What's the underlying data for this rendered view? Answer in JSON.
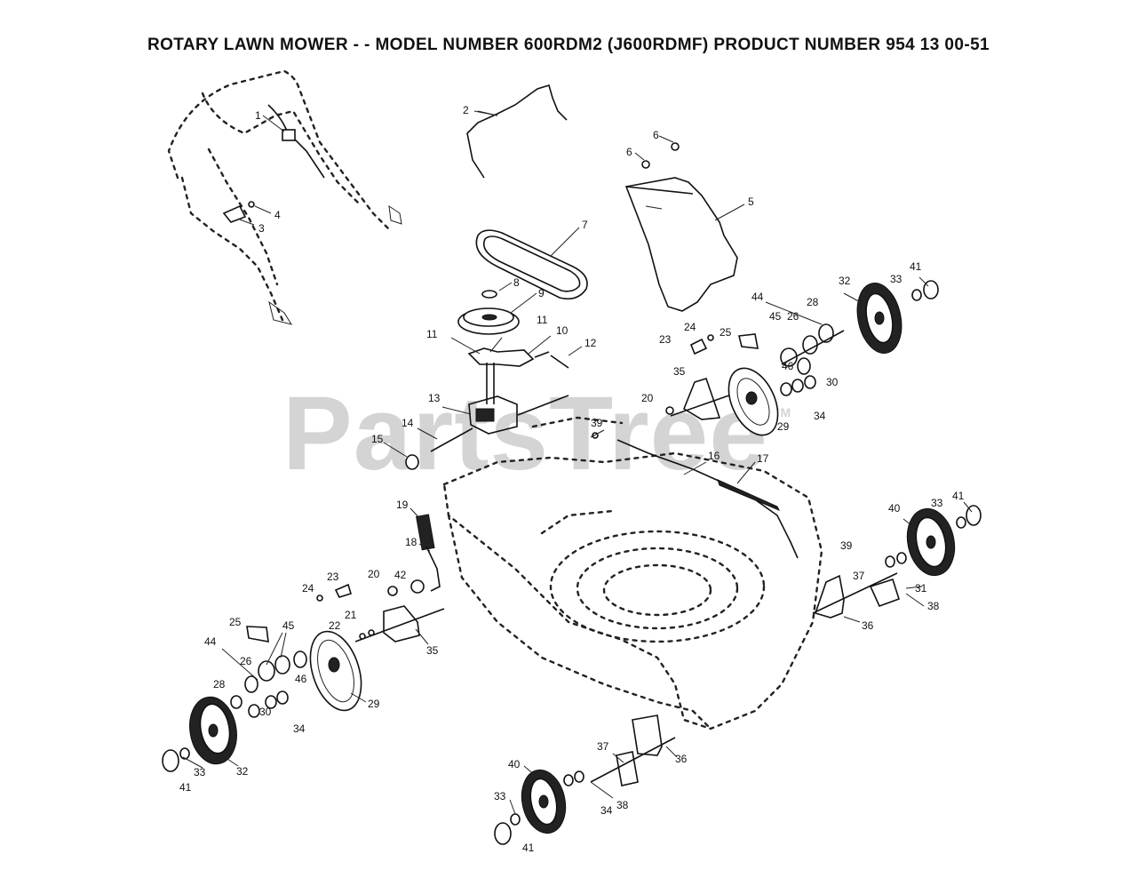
{
  "title": "ROTARY LAWN MOWER - - MODEL NUMBER 600RDM2 (J600RDMF) PRODUCT NUMBER 954 13 00-51",
  "watermark": {
    "text": "PartsTree",
    "mark": "TM"
  },
  "callouts": [
    {
      "label": "1"
    },
    {
      "label": "2"
    },
    {
      "label": "3"
    },
    {
      "label": "4"
    },
    {
      "label": "5"
    },
    {
      "label": "6"
    },
    {
      "label": "6"
    },
    {
      "label": "7"
    },
    {
      "label": "8"
    },
    {
      "label": "9"
    },
    {
      "label": "10"
    },
    {
      "label": "11"
    },
    {
      "label": "11"
    },
    {
      "label": "12"
    },
    {
      "label": "13"
    },
    {
      "label": "14"
    },
    {
      "label": "15"
    },
    {
      "label": "16"
    },
    {
      "label": "17"
    },
    {
      "label": "18"
    },
    {
      "label": "19"
    },
    {
      "label": "20"
    },
    {
      "label": "20"
    },
    {
      "label": "21"
    },
    {
      "label": "22"
    },
    {
      "label": "23"
    },
    {
      "label": "23"
    },
    {
      "label": "24"
    },
    {
      "label": "24"
    },
    {
      "label": "25"
    },
    {
      "label": "25"
    },
    {
      "label": "26"
    },
    {
      "label": "26"
    },
    {
      "label": "28"
    },
    {
      "label": "28"
    },
    {
      "label": "29"
    },
    {
      "label": "29"
    },
    {
      "label": "30"
    },
    {
      "label": "30"
    },
    {
      "label": "31"
    },
    {
      "label": "32"
    },
    {
      "label": "32"
    },
    {
      "label": "33"
    },
    {
      "label": "33"
    },
    {
      "label": "33"
    },
    {
      "label": "33"
    },
    {
      "label": "34"
    },
    {
      "label": "34"
    },
    {
      "label": "34"
    },
    {
      "label": "35"
    },
    {
      "label": "35"
    },
    {
      "label": "36"
    },
    {
      "label": "36"
    },
    {
      "label": "37"
    },
    {
      "label": "37"
    },
    {
      "label": "38"
    },
    {
      "label": "38"
    },
    {
      "label": "39"
    },
    {
      "label": "39"
    },
    {
      "label": "40"
    },
    {
      "label": "40"
    },
    {
      "label": "41"
    },
    {
      "label": "41"
    },
    {
      "label": "41"
    },
    {
      "label": "41"
    },
    {
      "label": "42"
    },
    {
      "label": "44"
    },
    {
      "label": "44"
    },
    {
      "label": "45"
    },
    {
      "label": "45"
    },
    {
      "label": "46"
    },
    {
      "label": "46"
    }
  ]
}
